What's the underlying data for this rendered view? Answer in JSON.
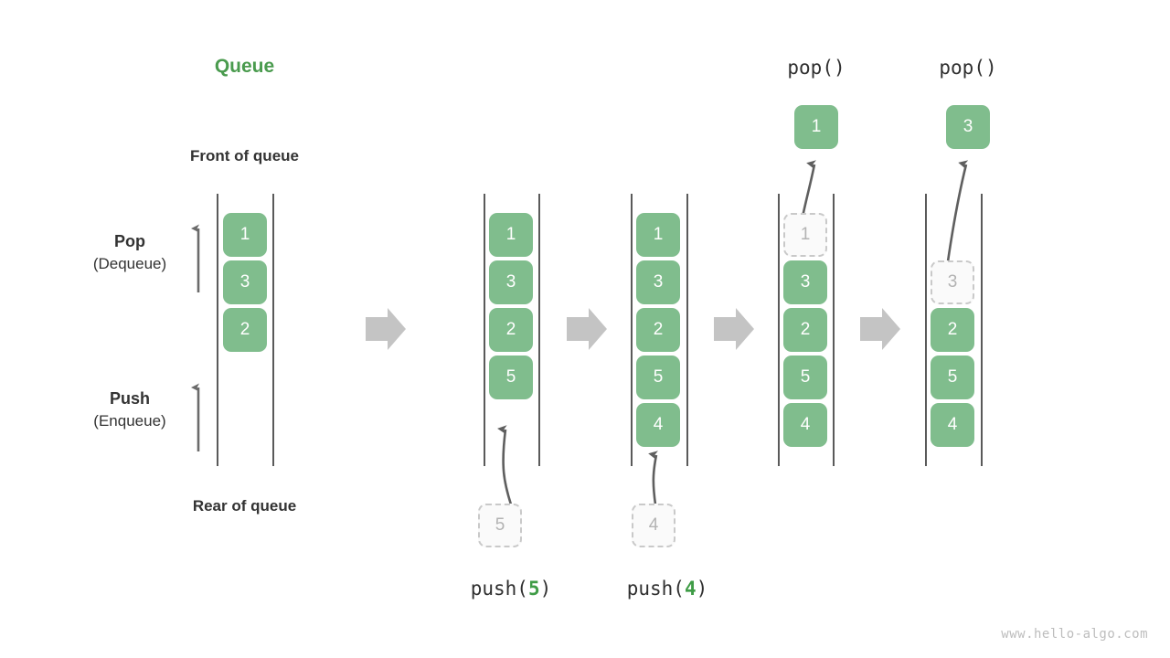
{
  "diagram": {
    "title": "Queue",
    "front_label": "Front of queue",
    "rear_label": "Rear of queue",
    "watermark": "www.hello-algo.com",
    "accent_green": "#4a9b4e",
    "box_green": "#80bd8d",
    "ghost_gray": "#b3b3b3",
    "arrow_gray": "#c4c4c4"
  },
  "operations": {
    "pop": {
      "main": "Pop",
      "sub": "(Dequeue)"
    },
    "push": {
      "main": "Push",
      "sub": "(Enqueue)"
    }
  },
  "columns": [
    {
      "id": "initial",
      "caption": "",
      "cells": [
        {
          "value": "1",
          "state": "filled"
        },
        {
          "value": "3",
          "state": "filled"
        },
        {
          "value": "2",
          "state": "filled"
        }
      ]
    },
    {
      "id": "after-push-5",
      "caption_prefix": "push(",
      "caption_arg": "5",
      "caption_suffix": ")",
      "incoming": "5",
      "cells": [
        {
          "value": "1",
          "state": "filled"
        },
        {
          "value": "3",
          "state": "filled"
        },
        {
          "value": "2",
          "state": "filled"
        },
        {
          "value": "5",
          "state": "filled"
        }
      ]
    },
    {
      "id": "after-push-4",
      "caption_prefix": "push(",
      "caption_arg": "4",
      "caption_suffix": ")",
      "incoming": "4",
      "cells": [
        {
          "value": "1",
          "state": "filled"
        },
        {
          "value": "3",
          "state": "filled"
        },
        {
          "value": "2",
          "state": "filled"
        },
        {
          "value": "5",
          "state": "filled"
        },
        {
          "value": "4",
          "state": "filled"
        }
      ]
    },
    {
      "id": "after-pop-1",
      "caption": "pop()",
      "popped": "1",
      "cells": [
        {
          "value": "1",
          "state": "ghost"
        },
        {
          "value": "3",
          "state": "filled"
        },
        {
          "value": "2",
          "state": "filled"
        },
        {
          "value": "5",
          "state": "filled"
        },
        {
          "value": "4",
          "state": "filled"
        }
      ]
    },
    {
      "id": "after-pop-3",
      "caption": "pop()",
      "popped": "3",
      "cells": [
        {
          "value": "",
          "state": "empty"
        },
        {
          "value": "3",
          "state": "ghost"
        },
        {
          "value": "2",
          "state": "filled"
        },
        {
          "value": "5",
          "state": "filled"
        },
        {
          "value": "4",
          "state": "filled"
        }
      ]
    }
  ],
  "transition_arrows": 4
}
